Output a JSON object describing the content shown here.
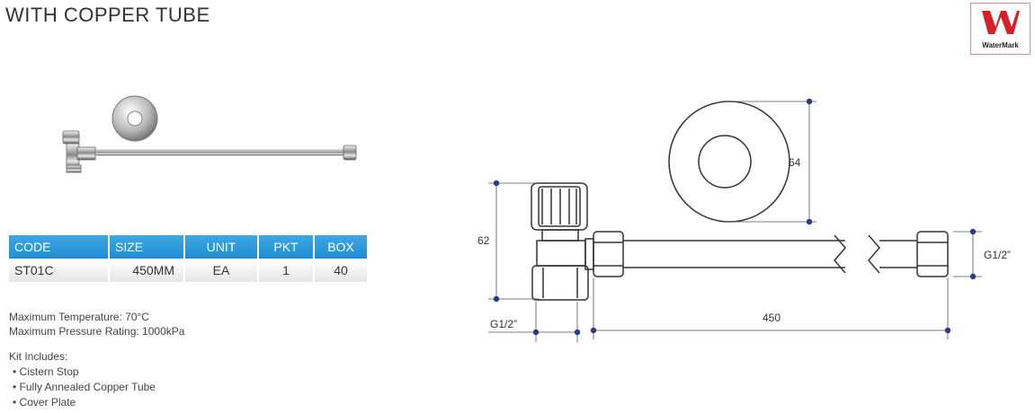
{
  "header": {
    "title": "WITH COPPER TUBE"
  },
  "certification": {
    "label": "WaterMark",
    "accent": "#d61f26"
  },
  "spec_table": {
    "headers": [
      "CODE",
      "SIZE",
      "UNIT",
      "PKT",
      "BOX"
    ],
    "row": [
      "ST01C",
      "450MM",
      "EA",
      "1",
      "40"
    ],
    "header_color": "#2a9ae0"
  },
  "ratings": {
    "max_temperature": "Maximum Temperature: 70°C",
    "max_pressure": "Maximum Pressure Rating: 1000kPa"
  },
  "kit": {
    "heading": "Kit Includes:",
    "items": [
      "Cistern Stop",
      "Fully Annealed Copper Tube",
      "Cover Plate"
    ]
  },
  "drawing": {
    "dim_plate": "64",
    "dim_height": "62",
    "dim_length": "450",
    "thread_inlet": "G1/2”",
    "thread_outlet": "G1/2”",
    "dimension_color": "#2b3a8c"
  }
}
